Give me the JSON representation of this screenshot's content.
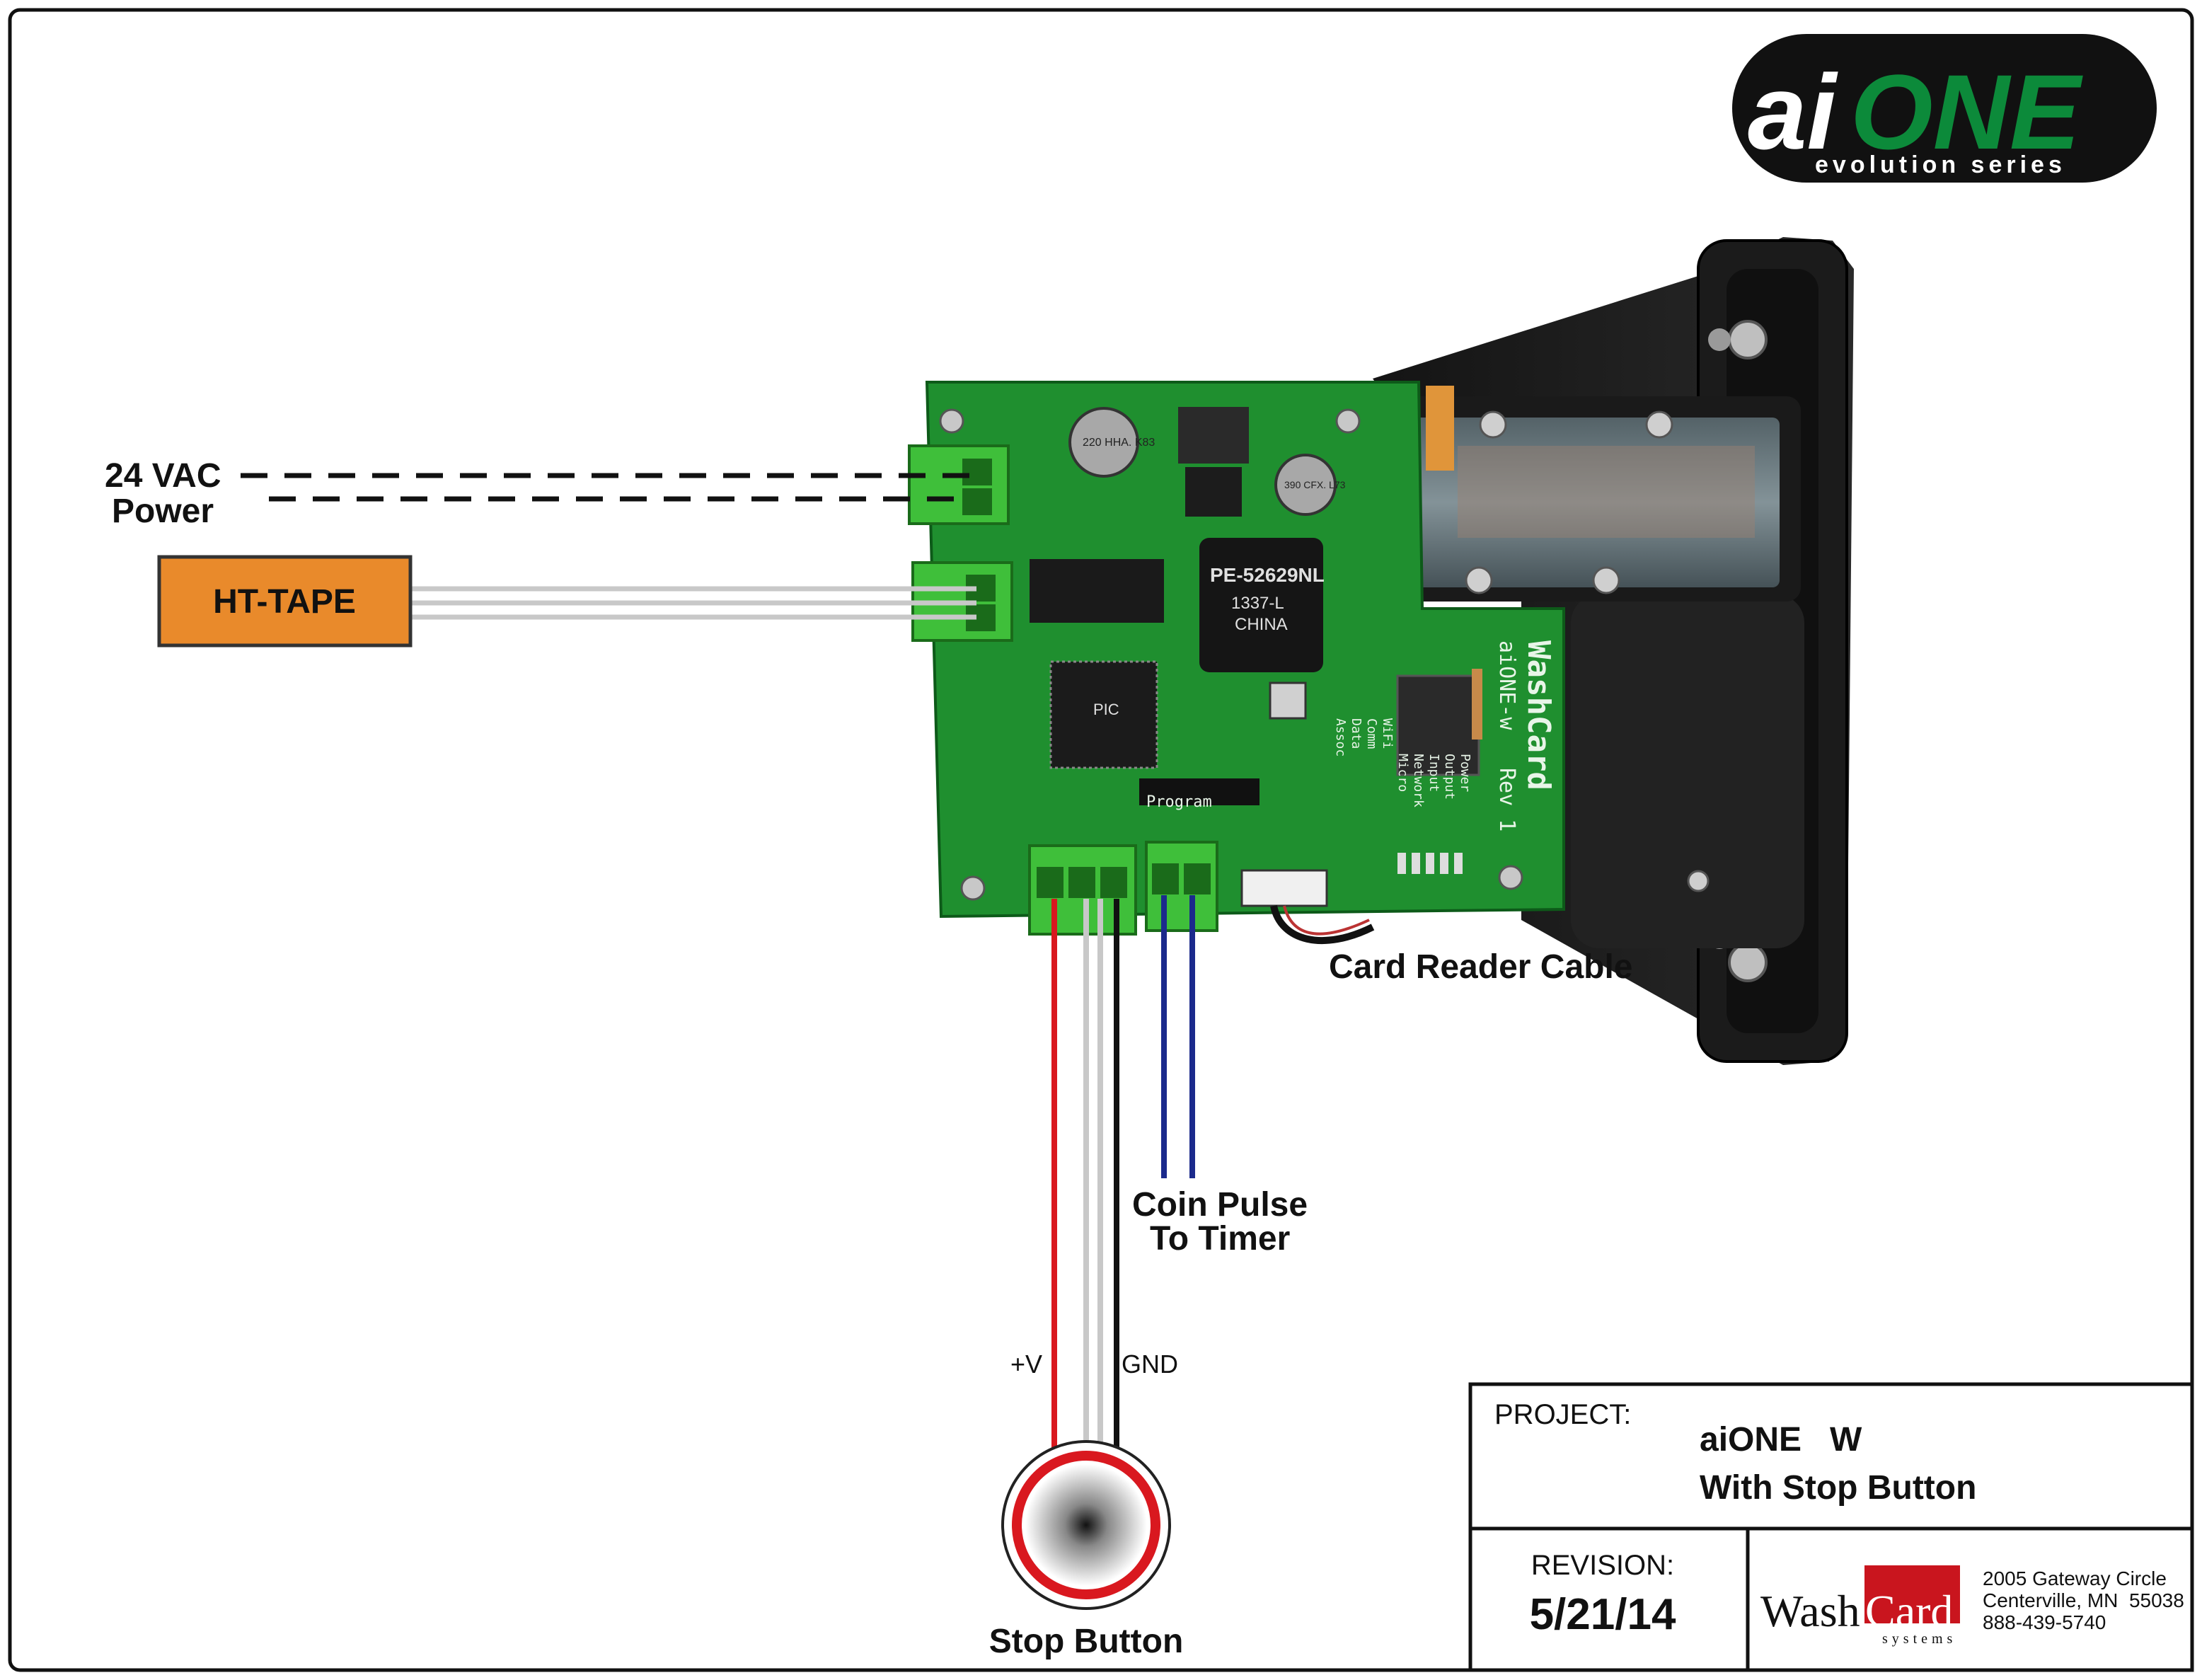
{
  "logo": {
    "brand_left": "ai",
    "brand_right": "ONE",
    "tagline": "evolution series",
    "brand_color": "#0c8a3a"
  },
  "labels": {
    "power": [
      "24 VAC",
      "Power"
    ],
    "ht_tape": "HT-TAPE",
    "card_reader_cable": "Card Reader Cable",
    "coin_pulse": [
      "Coin Pulse",
      "To Timer"
    ],
    "plus_v": "+V",
    "gnd": "GND",
    "stop_button": "Stop Button"
  },
  "board": {
    "inductor_text": [
      "PE-52629NL",
      "1337-L",
      "CHINA"
    ],
    "mcu_text": "PIC",
    "program_label": "Program",
    "silk_right": [
      "WashCard",
      "aiONE-w",
      "Rev 1"
    ],
    "led_labels": [
      "Power",
      "Output",
      "Input",
      "Network",
      "Micro"
    ],
    "wifi_labels": [
      "WiFi",
      "Comm",
      "Data",
      "Assoc"
    ],
    "cap_labels": [
      "220 HHA. K83",
      "390 CFX. L73"
    ]
  },
  "title_block": {
    "project_label": "PROJECT:",
    "project_name": "aiONE   W",
    "project_subtitle": "With Stop Button",
    "revision_label": "REVISION:",
    "revision_date": "5/21/14",
    "company_left": "Wash",
    "company_right": "Card",
    "company_sub": "systems",
    "address": [
      "2005 Gateway Circle",
      "Centerville, MN  55038",
      "888-439-5740"
    ]
  },
  "colors": {
    "ht_tape_fill": "#e98a2b",
    "pcb_green": "#1f8f2f",
    "terminal_green": "#3fbf3a",
    "wire_red": "#d9181f",
    "wire_blue": "#1b2a8c",
    "washcard_red": "#c9151e"
  }
}
